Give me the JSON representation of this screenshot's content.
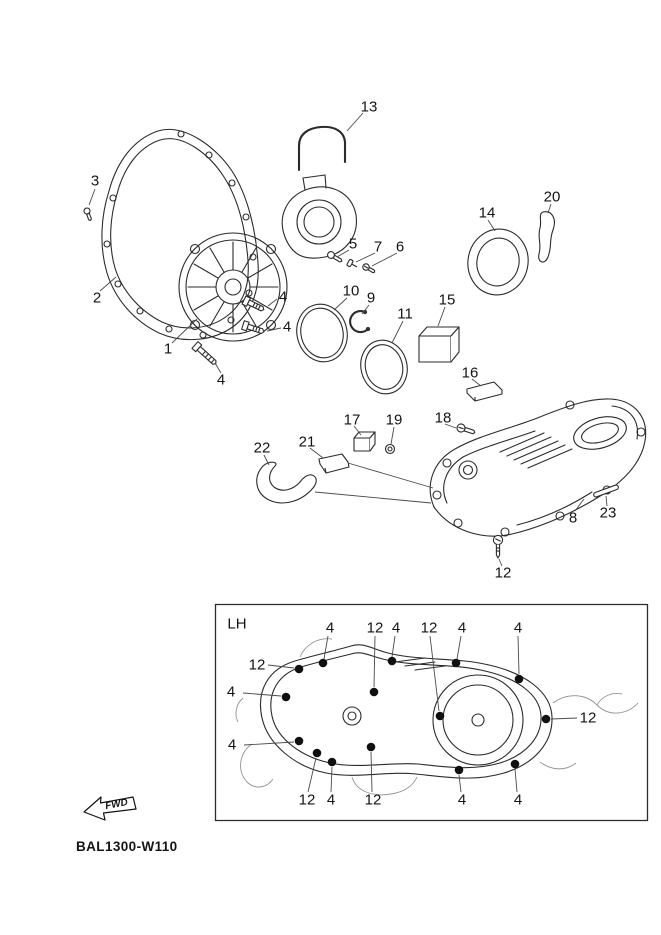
{
  "diagram": {
    "code": "BAL1300-W110",
    "detail_box_label": "LH",
    "fwd_label": "FWD",
    "ink_color": "#2b2b2b",
    "callouts": [
      {
        "label": "1"
      },
      {
        "label": "2"
      },
      {
        "label": "3"
      },
      {
        "label": "4"
      },
      {
        "label": "4"
      },
      {
        "label": "4"
      },
      {
        "label": "5"
      },
      {
        "label": "6"
      },
      {
        "label": "7"
      },
      {
        "label": "8"
      },
      {
        "label": "9"
      },
      {
        "label": "10"
      },
      {
        "label": "11"
      },
      {
        "label": "12"
      },
      {
        "label": "13"
      },
      {
        "label": "14"
      },
      {
        "label": "15"
      },
      {
        "label": "16"
      },
      {
        "label": "17"
      },
      {
        "label": "18"
      },
      {
        "label": "19"
      },
      {
        "label": "20"
      },
      {
        "label": "21"
      },
      {
        "label": "22"
      },
      {
        "label": "23"
      }
    ],
    "detail_callouts": [
      {
        "label": "4"
      },
      {
        "label": "12"
      },
      {
        "label": "4"
      },
      {
        "label": "12"
      },
      {
        "label": "4"
      },
      {
        "label": "4"
      },
      {
        "label": "12"
      },
      {
        "label": "4"
      },
      {
        "label": "4"
      },
      {
        "label": "12"
      },
      {
        "label": "12"
      },
      {
        "label": "4"
      },
      {
        "label": "12"
      },
      {
        "label": "4"
      },
      {
        "label": "4"
      }
    ]
  }
}
